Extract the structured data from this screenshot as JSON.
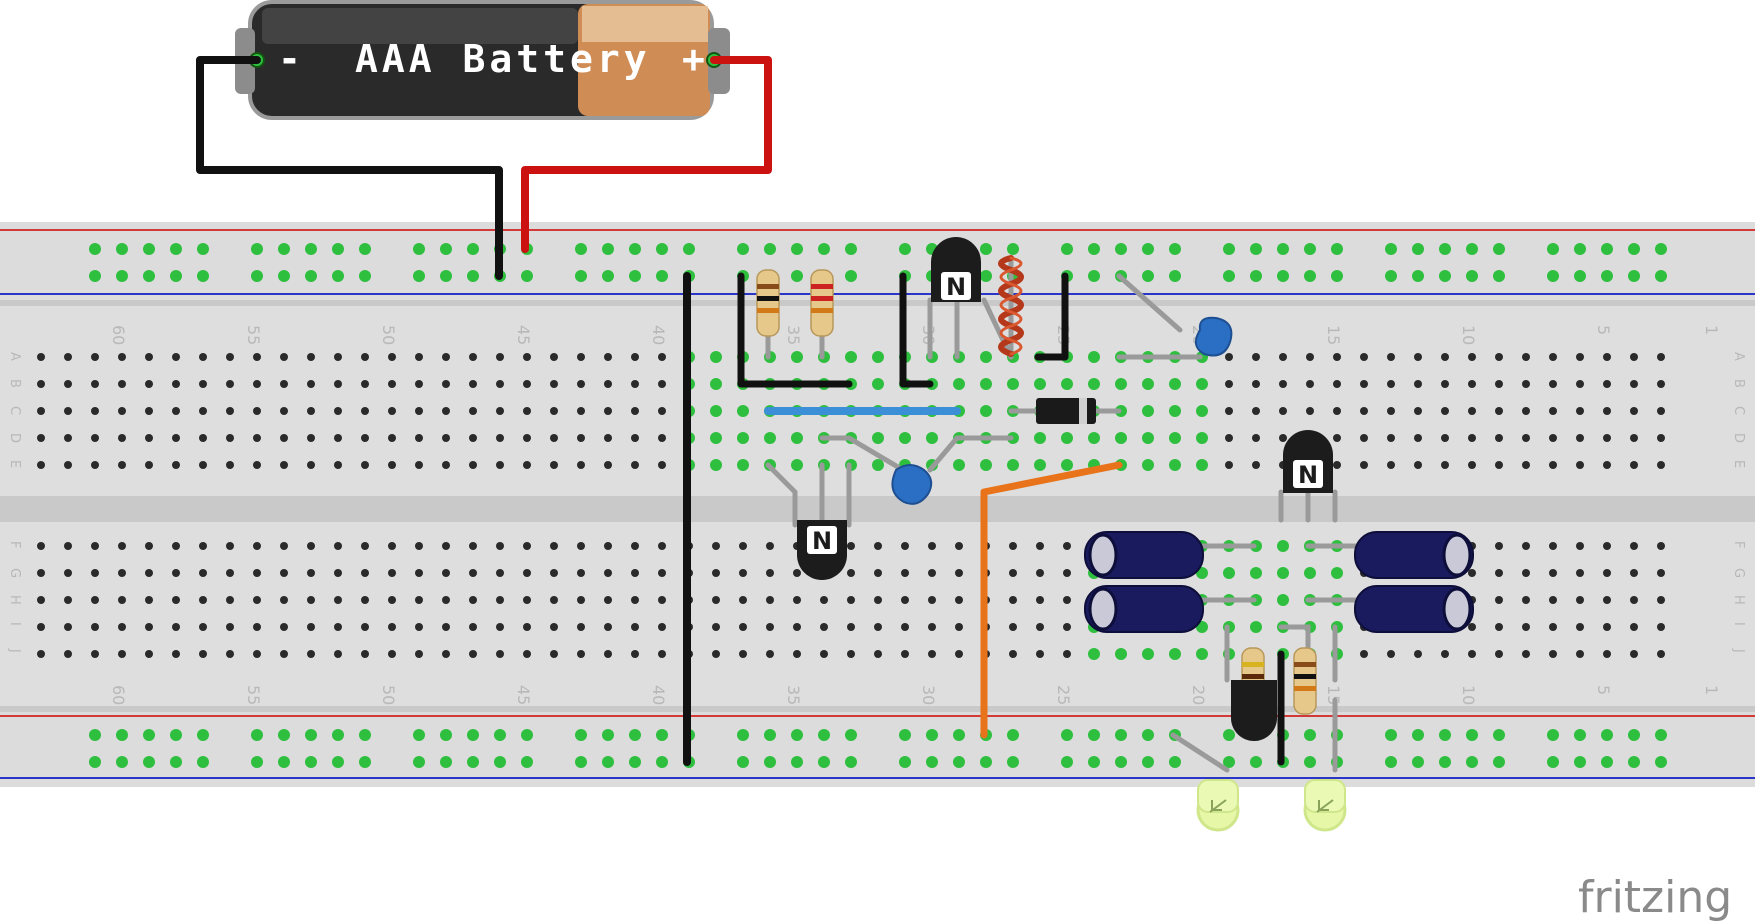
{
  "battery": {
    "label": "AAA Battery",
    "neg_sign": "-",
    "pos_sign": "+"
  },
  "breadboard": {
    "column_numbers": [
      "60",
      "55",
      "50",
      "45",
      "40",
      "35",
      "30",
      "25",
      "20",
      "15",
      "10",
      "5",
      "1"
    ],
    "top_row_letters": [
      "A",
      "B",
      "C",
      "D",
      "E"
    ],
    "bottom_row_letters": [
      "F",
      "G",
      "H",
      "I",
      "J"
    ]
  },
  "components": {
    "transistor_marking": "N"
  },
  "colors": {
    "wire_black": "#111111",
    "wire_red": "#cc1111",
    "wire_blue": "#3a8fd6",
    "wire_orange": "#e8731a",
    "rail_red": "#d23a3a",
    "rail_blue": "#2b36c8",
    "hole_active": "#2fbf3f",
    "capacitor_ceramic": "#2b6fc4",
    "capacitor_electrolytic": "#1a1a5e",
    "led": "#e6f7a8"
  },
  "watermark": "fritzing"
}
